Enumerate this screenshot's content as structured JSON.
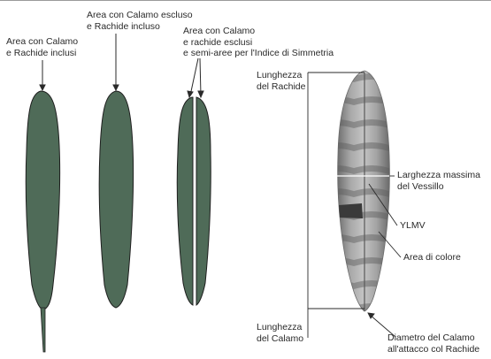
{
  "labels": {
    "area_full": "Area con Calamo\ne Rachide inclusi",
    "area_no_calamus": "Area con Calamo escluso\ne Rachide incluso",
    "area_symmetry": "Area con Calamo\ne rachide esclusi\ne semi-aree per l'Indice di Simmetria",
    "rachis_length": "Lunghezza\ndel Rachide",
    "vane_width": "Larghezza massima\ndel Vessillo",
    "ylmv": "YLMV",
    "color_area": "Area di colore",
    "calamus_length": "Lunghezza\ndel Calamo",
    "calamus_diameter": "Diametro del Calamo\nall'attacco col Rachide"
  },
  "colors": {
    "feather_fill": "#4f6b58",
    "outline": "#1e1e1e",
    "xray_light": "#c9c9c9",
    "xray_mid": "#8c8c8c",
    "color_patch": "#3a3a3a"
  }
}
